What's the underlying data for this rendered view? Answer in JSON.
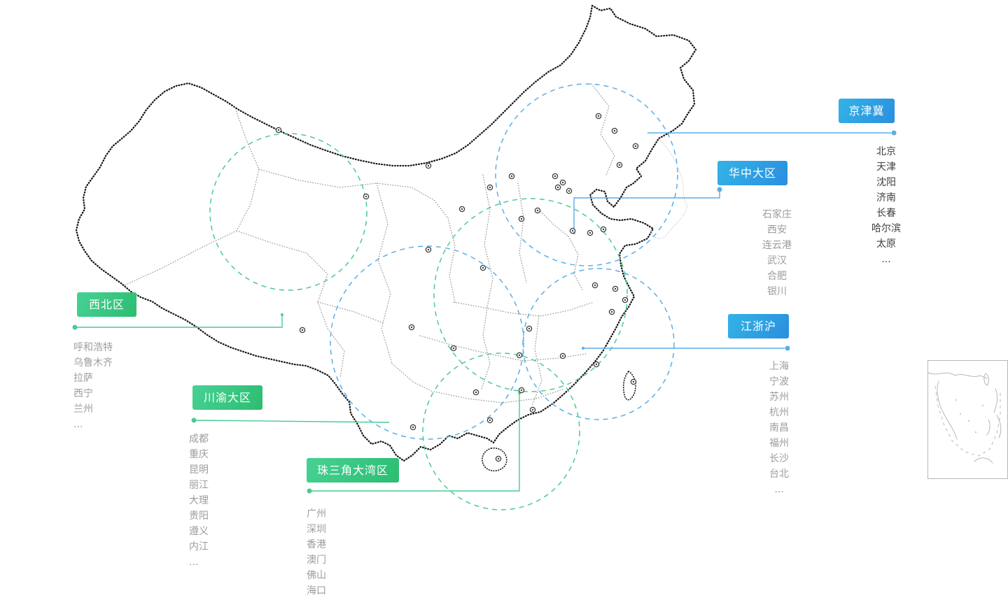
{
  "colors": {
    "tagText": "#ffffff",
    "tagBlueA": "#33b3e6",
    "tagBlueB": "#2a8fdf",
    "tagGreenA": "#47d194",
    "tagGreenB": "#2cbd71",
    "lineBlue": "#5aaee8",
    "lineGreen": "#4acb90",
    "mapStroke": "#161616",
    "provStroke": "#909090",
    "marker": "#3c3c3c",
    "cityGray": "#9c9c9c",
    "cityDark": "#404040",
    "insetStroke": "#b7b7b7"
  },
  "regions": [
    {
      "key": "jingjinji",
      "label": "京津冀",
      "cities": [
        "北京",
        "天津",
        "沈阳",
        "济南",
        "长春",
        "哈尔滨",
        "太原",
        "..."
      ]
    },
    {
      "key": "huazhong",
      "label": "华中大区",
      "cities": [
        "石家庄",
        "西安",
        "连云港",
        "武汉",
        "合肥",
        "银川"
      ]
    },
    {
      "key": "jiangzhehu",
      "label": "江浙沪",
      "cities": [
        "上海",
        "宁波",
        "苏州",
        "杭州",
        "南昌",
        "福州",
        "长沙",
        "台北",
        "..."
      ]
    },
    {
      "key": "xibei",
      "label": "西北区",
      "cities": [
        "呼和浩特",
        "乌鲁木齐",
        "拉萨",
        "西宁",
        "兰州",
        "..."
      ]
    },
    {
      "key": "chuanyu",
      "label": "川渝大区",
      "cities": [
        "成都",
        "重庆",
        "昆明",
        "丽江",
        "大理",
        "贵阳",
        "遵义",
        "内江",
        "..."
      ]
    },
    {
      "key": "zhusanjiao",
      "label": "珠三角大湾区",
      "cities": [
        "广州",
        "深圳",
        "香港",
        "澳门",
        "佛山",
        "海口",
        "..."
      ]
    }
  ]
}
